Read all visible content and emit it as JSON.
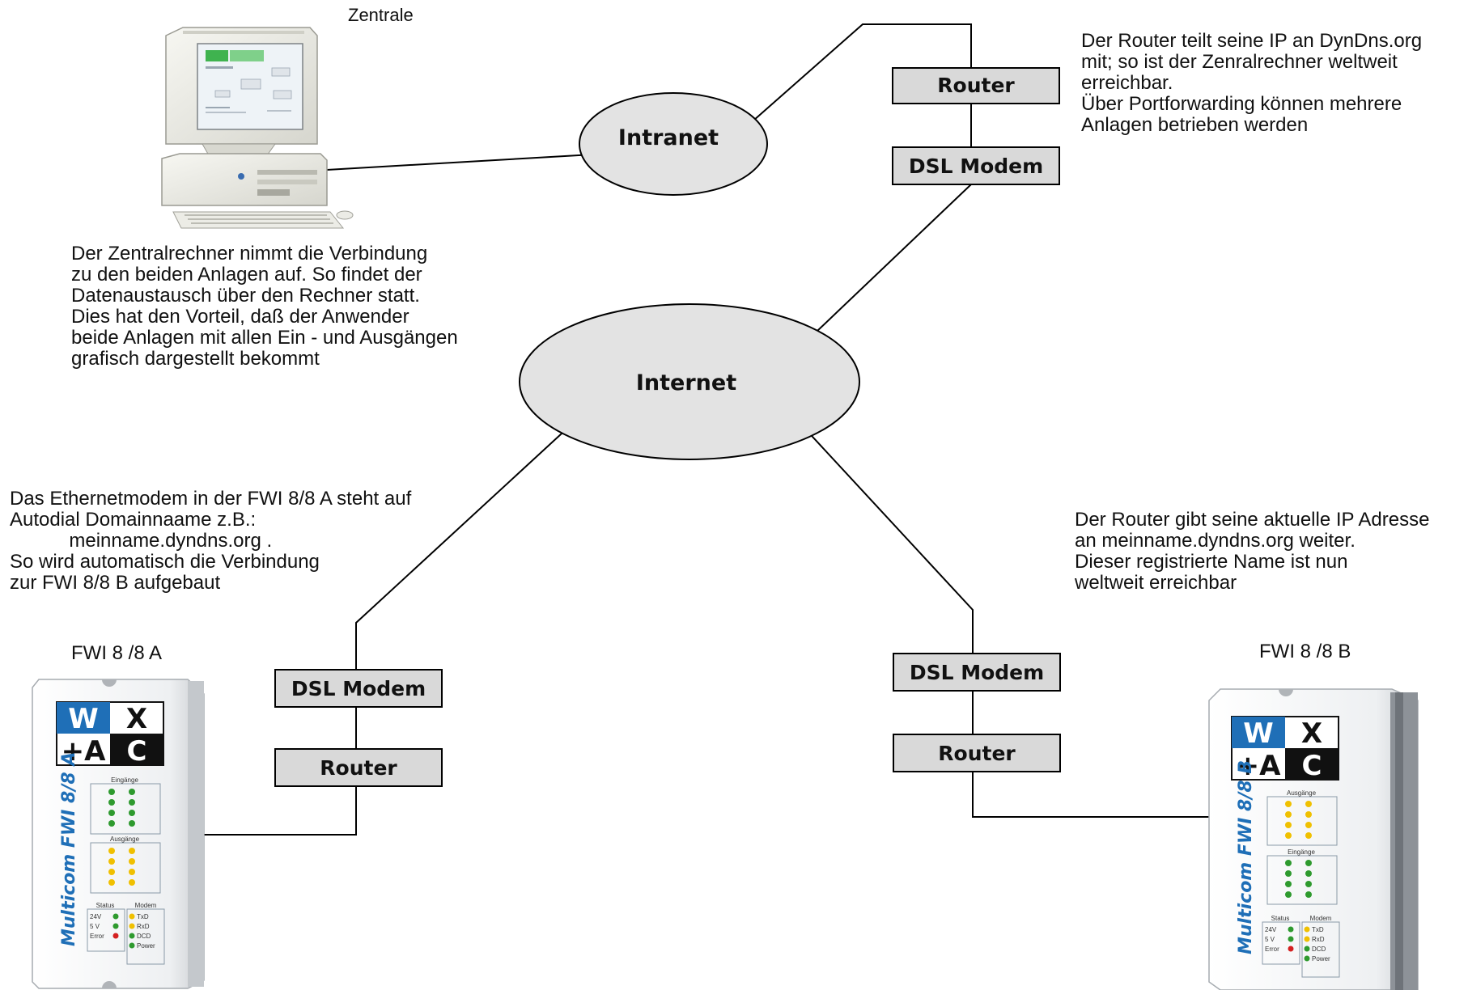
{
  "nodes": {
    "intranet": "Intranet",
    "internet": "Internet",
    "top_router": "Router",
    "top_modem": "DSL Modem",
    "left_modem": "DSL Modem",
    "left_router": "Router",
    "right_modem": "DSL Modem",
    "right_router": "Router"
  },
  "labels": {
    "zentrale": "Zentrale",
    "fwi_a": "FWI 8 /8 A",
    "fwi_b": "FWI 8 /8 B"
  },
  "notes": {
    "top_right": "Der Router teilt seine IP an DynDns.org\nmit; so ist der Zenralrechner weltweit\nerreichbar.\nÜber Portforwarding können mehrere\nAnlagen betrieben werden",
    "central": "Der Zentralrechner nimmt die Verbindung\nzu den beiden Anlagen auf. So findet der\nDatenaustausch über den Rechner statt.\nDies hat den Vorteil, daß der Anwender\nbeide Anlagen mit allen Ein - und Ausgängen\ngrafisch dargestellt bekommt",
    "left": "Das Ethernetmodem in der FWI 8/8 A steht auf\nAutodial Domainnaame z.B.:\n           meinname.dyndns.org .\nSo wird automatisch die Verbindung\nzur FWI 8/8 B aufgebaut",
    "right": "Der Router gibt seine aktuelle IP Adresse\nan meinname.dyndns.org weiter.\nDieser registrierte Name ist nun\nweltweit erreichbar"
  },
  "device_a": {
    "logo": "WX AC",
    "side": "Multicom FWI 8/8 A",
    "groups": [
      "Eingänge",
      "Ausgänge"
    ],
    "status_title": "Status",
    "modem_title": "Modem",
    "status_items": [
      "24V",
      "5 V",
      "Error"
    ],
    "modem_items": [
      "TxD",
      "RxD",
      "DCD",
      "Power"
    ]
  },
  "device_b": {
    "logo": "WX AC",
    "side": "Multicom FWI 8/8 B",
    "groups": [
      "Ausgänge",
      "Eingänge"
    ],
    "status_title": "Status",
    "modem_title": "Modem",
    "status_items": [
      "24V",
      "5 V",
      "Error"
    ],
    "modem_items": [
      "TxD",
      "RxD",
      "DCD",
      "Power"
    ]
  },
  "colors": {
    "box_fill": "#d9d9d9",
    "cloud_fill": "#e3e3e3",
    "line": "#000000",
    "led_green": "#2e9a2e",
    "led_yellow": "#f0c000",
    "led_red": "#d42020",
    "logo_blue": "#1f6fb7",
    "screen_green": "#3fb34f"
  }
}
